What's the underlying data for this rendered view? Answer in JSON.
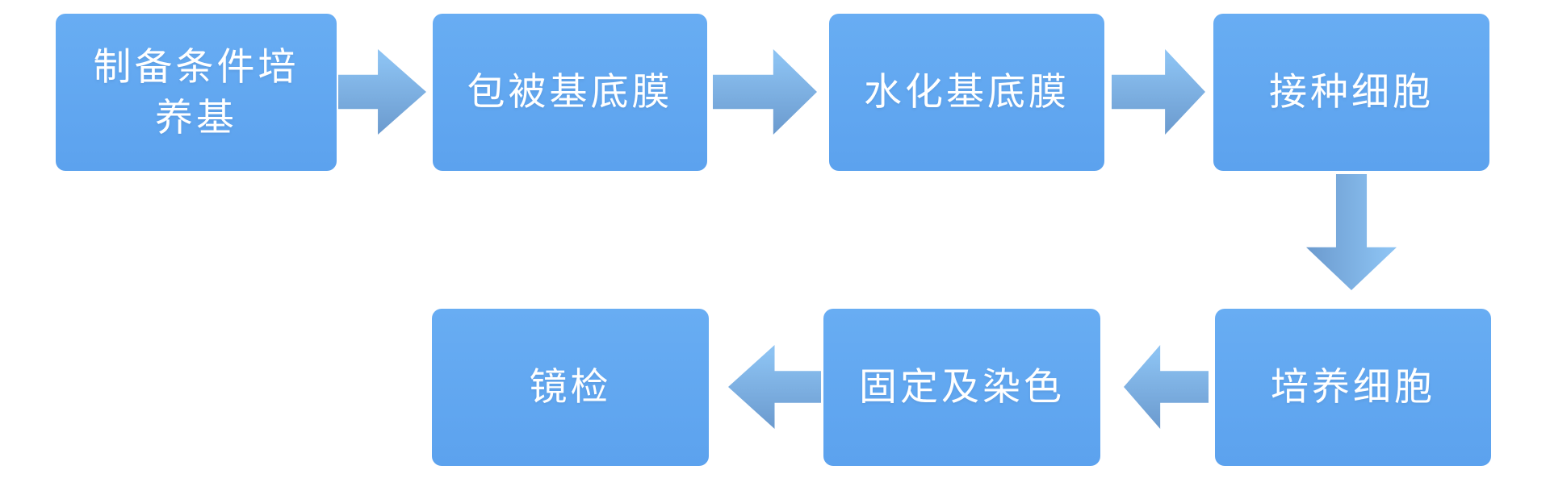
{
  "diagram": {
    "type": "flowchart",
    "colors": {
      "background": "#ffffff",
      "node_fill": "#60a7f0",
      "node_text": "#ffffff",
      "arrow_dark": "#6b9ace",
      "arrow_light": "#8cc2f2"
    },
    "nodes": [
      {
        "id": "prepare-conditioned-medium",
        "label": "制备条件培养基"
      },
      {
        "id": "coat-basement-membrane",
        "label": "包被基底膜"
      },
      {
        "id": "hydrate-basement-membrane",
        "label": "水化基底膜"
      },
      {
        "id": "seed-cells",
        "label": "接种细胞"
      },
      {
        "id": "culture-cells",
        "label": "培养细胞"
      },
      {
        "id": "fix-and-stain",
        "label": "固定及染色"
      },
      {
        "id": "microscopy",
        "label": "镜检"
      }
    ],
    "connections": [
      {
        "from": "制备条件培养基",
        "to": "包被基底膜",
        "direction": "right"
      },
      {
        "from": "包被基底膜",
        "to": "水化基底膜",
        "direction": "right"
      },
      {
        "from": "水化基底膜",
        "to": "接种细胞",
        "direction": "right"
      },
      {
        "from": "接种细胞",
        "to": "培养细胞",
        "direction": "down"
      },
      {
        "from": "培养细胞",
        "to": "固定及染色",
        "direction": "left"
      },
      {
        "from": "固定及染色",
        "to": "镜检",
        "direction": "left"
      }
    ]
  }
}
